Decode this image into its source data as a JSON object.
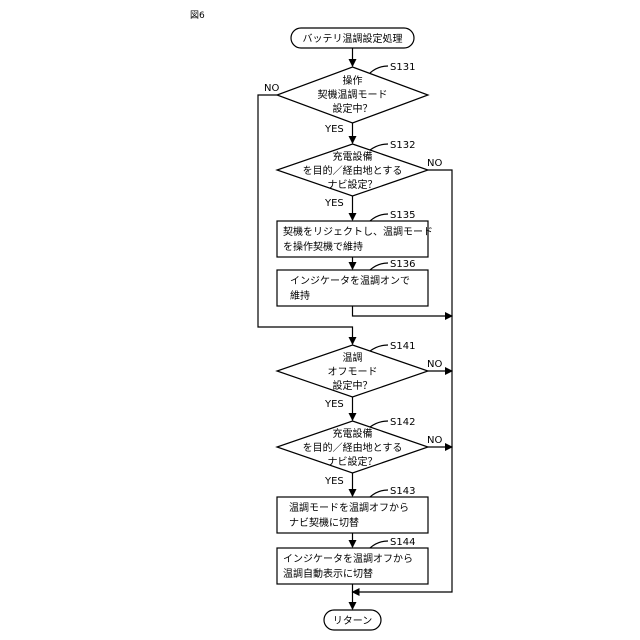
{
  "figure_label": "図6",
  "start": "バッテリ温調設定処理",
  "end": "リターン",
  "yes_label": "YES",
  "no_label": "NO",
  "steps": {
    "s131": {
      "id": "S131",
      "lines": [
        "操作",
        "契機温調モード",
        "設定中？"
      ]
    },
    "s132": {
      "id": "S132",
      "lines": [
        "充電設備",
        "を目的／経由地とする",
        "ナビ設定？"
      ]
    },
    "s135": {
      "id": "S135",
      "lines": [
        "契機をリジェクトし、温調モード",
        "を操作契機で維持"
      ]
    },
    "s136": {
      "id": "S136",
      "lines": [
        "インジケータを温調オンで",
        "維持"
      ]
    },
    "s141": {
      "id": "S141",
      "lines": [
        "温調",
        "オフモード",
        "設定中？"
      ]
    },
    "s142": {
      "id": "S142",
      "lines": [
        "充電設備",
        "を目的／経由地とする",
        "ナビ設定？"
      ]
    },
    "s143": {
      "id": "S143",
      "lines": [
        "温調モードを温調オフから",
        "ナビ契機に切替"
      ]
    },
    "s144": {
      "id": "S144",
      "lines": [
        "インジケータを温調オフから",
        "温調自動表示に切替"
      ]
    }
  }
}
